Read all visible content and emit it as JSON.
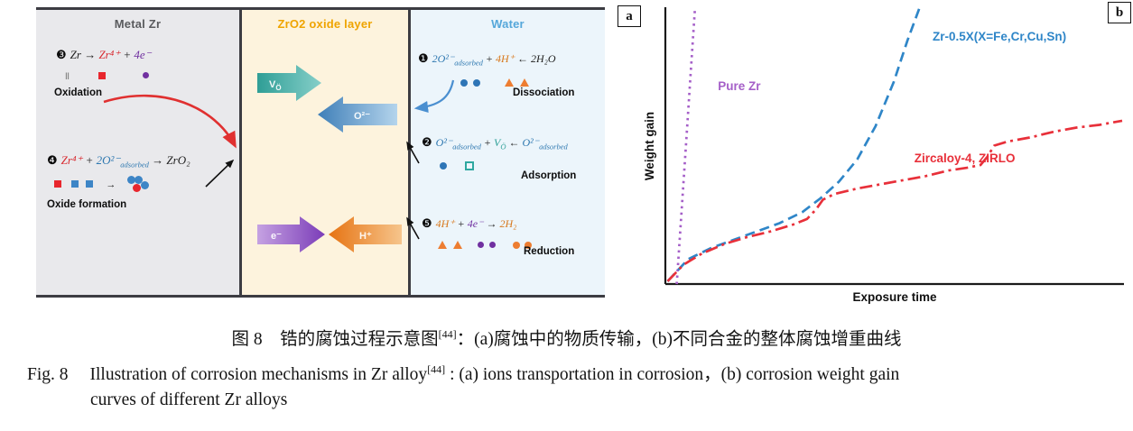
{
  "panel_a": {
    "label": "a",
    "regions": {
      "metal_title": "Metal Zr",
      "oxide_title": "ZrO2 oxide layer",
      "water_title": "Water"
    },
    "glyphs": {
      "lattice_bars": "‖",
      "arrow_right": "→"
    },
    "reactions": {
      "oxidation": {
        "num": "❸",
        "seg1": "Zr → ",
        "seg2": "Zr⁴⁺",
        "seg3": " + ",
        "seg4": "4e⁻",
        "label": "Oxidation"
      },
      "oxide_formation": {
        "num": "❹",
        "seg1": "Zr⁴⁺",
        "seg2": " + ",
        "seg3": "2O²⁻",
        "sub3": "adsorbed",
        "seg4": " → ZrO₂",
        "label": "Oxide formation"
      },
      "dissociation": {
        "num": "❶",
        "seg1": "2O²⁻",
        "sub1": "adsorbed",
        "seg2": " + ",
        "seg3": "4H⁺",
        "seg4": " ← 2H₂O",
        "label": "Dissociation"
      },
      "adsorption": {
        "num": "❷",
        "seg1": "O²⁻",
        "sub1": "adsorbed",
        "seg2": " + ",
        "seg3": "V",
        "sub3": "Ö",
        "seg4": " ← ",
        "seg5": "O²⁻",
        "sub5": "adsorbed",
        "label": "Adsorption"
      },
      "reduction": {
        "num": "❺",
        "seg1": "4H⁺",
        "seg2": " + ",
        "seg3": "4e⁻",
        "seg4": " → ",
        "seg5": "2H₂",
        "label": "Reduction"
      }
    },
    "oxide_arrows": {
      "vacancy_main": "V",
      "vacancy_sub": "Ö",
      "oxygen": "O²⁻",
      "electron": "e⁻",
      "proton": "H⁺"
    }
  },
  "panel_b": {
    "label": "b",
    "chart_data": {
      "type": "line",
      "title": "",
      "xlabel": "Exposure time",
      "ylabel": "Weight gain",
      "axis_ticks": "none (schematic axes, relative units)",
      "grid": false,
      "xlim": [
        0,
        1
      ],
      "ylim": [
        0,
        1
      ],
      "legend_position": "labels on curves",
      "series": [
        {
          "name": "Pure Zr",
          "color": "#a55fc8",
          "dash": "dotted",
          "x": [
            0.025,
            0.035,
            0.045,
            0.055,
            0.065
          ],
          "y": [
            0,
            0.25,
            0.5,
            0.75,
            1.0
          ],
          "label_pos": [
            0.115,
            0.7
          ]
        },
        {
          "name": "Zr-0.5X(X=Fe,Cr,Cu,Sn)",
          "color": "#2f86c8",
          "dash": "dashed",
          "x": [
            0.005,
            0.05,
            0.1,
            0.15,
            0.2,
            0.25,
            0.3,
            0.34,
            0.38,
            0.42,
            0.46,
            0.5,
            0.53,
            0.557
          ],
          "y": [
            0.01,
            0.09,
            0.13,
            0.16,
            0.19,
            0.22,
            0.26,
            0.31,
            0.37,
            0.45,
            0.57,
            0.73,
            0.88,
            1.0
          ],
          "label_pos": [
            0.585,
            0.88
          ]
        },
        {
          "name": "Zircaloy-4, ZIRLO",
          "color": "#e8303a",
          "dash": "dashdot",
          "x": [
            0.005,
            0.04,
            0.08,
            0.13,
            0.18,
            0.23,
            0.28,
            0.31,
            0.33,
            0.345,
            0.37,
            0.42,
            0.47,
            0.52,
            0.57,
            0.62,
            0.66,
            0.69,
            0.705,
            0.72,
            0.75,
            0.8,
            0.85,
            0.9,
            0.95,
            1.0
          ],
          "y": [
            0.01,
            0.07,
            0.11,
            0.145,
            0.17,
            0.19,
            0.215,
            0.235,
            0.27,
            0.305,
            0.325,
            0.345,
            0.36,
            0.375,
            0.39,
            0.41,
            0.42,
            0.43,
            0.46,
            0.5,
            0.515,
            0.53,
            0.55,
            0.565,
            0.575,
            0.59
          ],
          "label_pos": [
            0.545,
            0.44
          ]
        }
      ]
    }
  },
  "caption": {
    "zh_p1": "图 8　锆的腐蚀过程示意图",
    "zh_sup": "[44]",
    "zh_p2": "：(a)腐蚀中的物质传输，(b)不同合金的整体腐蚀增重曲线",
    "en_fig": "Fig. 8",
    "en_p1": "Illustration of corrosion mechanisms in Zr alloy",
    "en_sup": "[44]",
    "en_p2": " : (a) ions transportation in corrosion，(b) corrosion weight gain",
    "en_line2": "curves of different Zr alloys"
  }
}
